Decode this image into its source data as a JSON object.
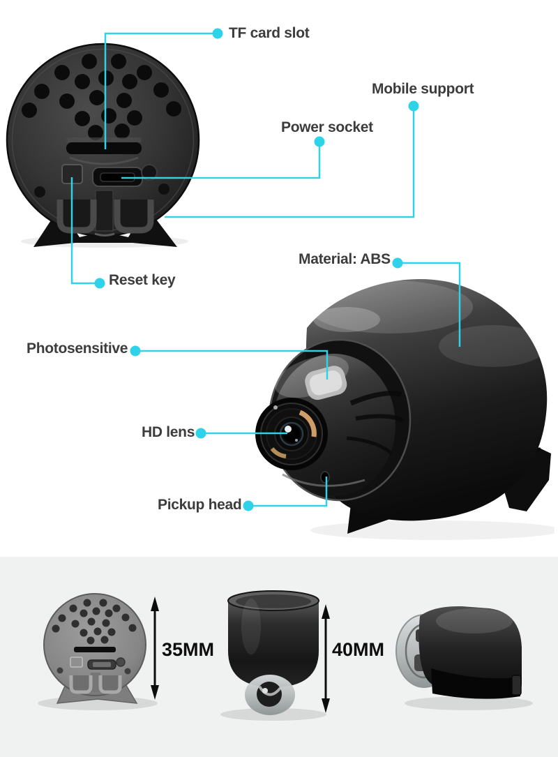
{
  "style": {
    "accent_color": "#2ed3e9",
    "label_color": "#3c3c3c",
    "dimension_color": "#0d0d0d",
    "panel_background": "#f0f2f1"
  },
  "icons": {
    "callout_dot": "filled-circle",
    "dimension_arrow": "double-headed-vertical-arrow"
  },
  "callouts": {
    "tf_card_slot": {
      "label": "TF card slot"
    },
    "mobile_support": {
      "label": "Mobile support"
    },
    "power_socket": {
      "label": "Power socket"
    },
    "reset_key": {
      "label": "Reset key"
    },
    "material": {
      "label": "Material: ABS"
    },
    "photosensitive": {
      "label": "Photosensitive"
    },
    "hd_lens": {
      "label": "HD lens"
    },
    "pickup_head": {
      "label": "Pickup head"
    }
  },
  "size_panel": {
    "height_dimension": {
      "label": "35MM"
    },
    "length_dimension": {
      "label": "40MM"
    }
  }
}
